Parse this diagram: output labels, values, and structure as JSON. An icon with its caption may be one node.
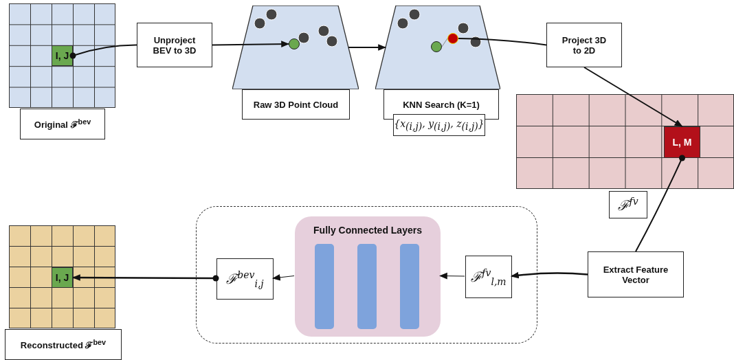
{
  "diagram": {
    "nodes": [
      {
        "text": [],
        "shape": "box"
      },
      {
        "text": [
          "I, J"
        ],
        "in": 0
      },
      {
        "text": [
          "Original ℱ$^{bev}$"
        ]
      },
      {
        "text": [
          "Unproject BEV to 3D"
        ]
      },
      {
        "text": [],
        "shape": "trapezoid"
      },
      {
        "text": [],
        "shape": "circle",
        "in": 4
      },
      {
        "text": [
          "Raw 3D Point Cloud"
        ]
      },
      {
        "text": [],
        "shape": "trapezoid"
      },
      {
        "text": [],
        "shape": "circle",
        "in": 7
      },
      {
        "text": [],
        "shape": "circle",
        "in": 7
      },
      {
        "text": [
          "KNN Search (K=1)"
        ]
      },
      {
        "text": [
          "{x$_{(i,j)}$, y$_{(i,j)}$, z$_{(i,j)}$}"
        ]
      },
      {
        "text": [
          "Project 3D to 2D"
        ]
      },
      {
        "text": [],
        "shape": "box"
      },
      {
        "text": [
          "L, M"
        ],
        "in": 13
      },
      {
        "text": [
          "ℱ$^{fv}$"
        ]
      },
      {
        "text": [
          "Extract Feature Vector"
        ]
      },
      {
        "text": [],
        "shape": "box"
      },
      {
        "text": [
          "Fully Connected Layers"
        ],
        "in": 17
      },
      {
        "text": [],
        "shape": "bar",
        "in": 18
      },
      {
        "text": [],
        "shape": "bar",
        "in": 18
      },
      {
        "text": [],
        "shape": "bar",
        "in": 18
      },
      {
        "text": [
          "ℱ$^{fv}$$_{l,m}$"
        ],
        "in": 17
      },
      {
        "text": [
          "ℱ$^{bev}$$_{i,j}$"
        ],
        "in": 17
      },
      {
        "text": [],
        "shape": "box"
      },
      {
        "text": [
          "I, J"
        ],
        "in": 24
      },
      {
        "text": [
          "Reconstructed ℱ$^{bev}$"
        ]
      }
    ],
    "edges": [
      {
        "from": 1,
        "to": 3,
        "arrow": "other"
      },
      {
        "from": 3,
        "to": 5,
        "arrow": "to"
      },
      {
        "from": 4,
        "to": 7,
        "arrow": "to"
      },
      {
        "from": 8,
        "to": 9,
        "arrow": "none",
        "color": "#888888"
      },
      {
        "from": 9,
        "to": 12,
        "arrow": "none"
      },
      {
        "from": 12,
        "to": 14,
        "arrow": "to"
      },
      {
        "from": 14,
        "to": 16,
        "arrow": "other"
      },
      {
        "from": 16,
        "to": 22,
        "arrow": "to"
      },
      {
        "from": 22,
        "to": 18,
        "arrow": "to"
      },
      {
        "from": 18,
        "to": 23,
        "arrow": "to"
      },
      {
        "from": 23,
        "to": 25,
        "arrow": "to"
      }
    ]
  }
}
